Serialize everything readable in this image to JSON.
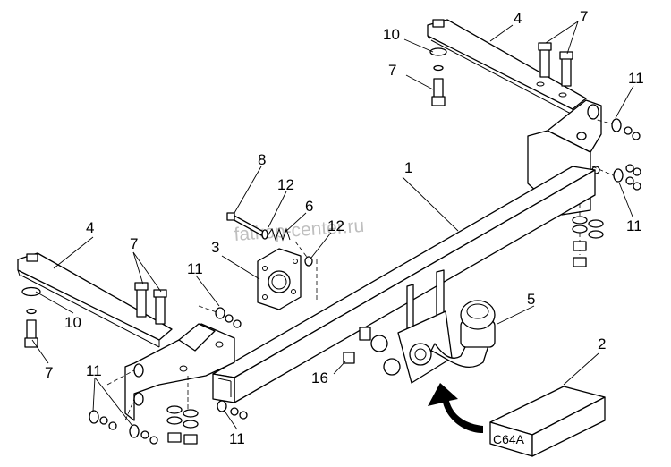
{
  "watermark": "fatkop-center.ru",
  "box_code": "C64A",
  "colors": {
    "line": "#000000",
    "watermark": "#bfbfbf",
    "background": "#ffffff",
    "arrow": "#000000"
  },
  "callouts": {
    "c1": "1",
    "c2": "2",
    "c3": "3",
    "c4a": "4",
    "c4b": "4",
    "c5": "5",
    "c6": "6",
    "c7a": "7",
    "c7b": "7",
    "c7c": "7",
    "c7d": "7",
    "c8": "8",
    "c10a": "10",
    "c10b": "10",
    "c11a": "11",
    "c11b": "11",
    "c11c": "11",
    "c11d": "11",
    "c11e": "11",
    "c12a": "12",
    "c12b": "12",
    "c16": "16"
  }
}
